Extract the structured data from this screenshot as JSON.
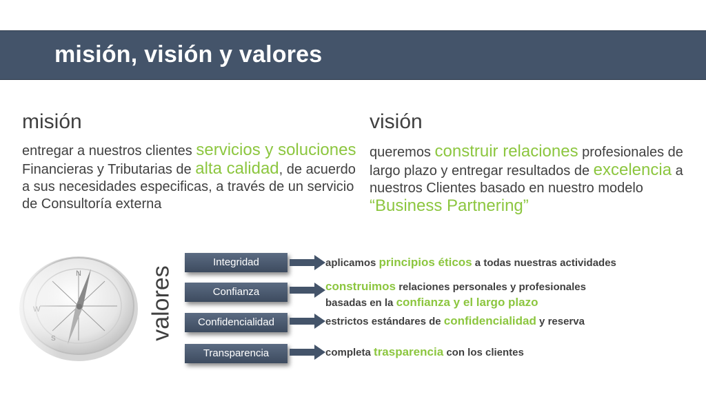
{
  "page": {
    "title": "misión, visión y valores"
  },
  "mision": {
    "heading": "misión",
    "p1": "entregar a nuestros clientes ",
    "h1": "servicios y soluciones",
    "p2": " Financieras y Tributarias de ",
    "h2": "alta calidad",
    "p3": ", de acuerdo a sus necesidades especificas, a través de un servicio de Consultoría externa"
  },
  "vision": {
    "heading": "visión",
    "p1": "queremos ",
    "h1": "construir relaciones",
    "p2": " profesionales de largo plazo y entregar resultados de ",
    "h2": "excelencia",
    "p3": " a nuestros Clientes basado en nuestro modelo ",
    "h3": "“Business Partnering”"
  },
  "valores": {
    "label": "valores",
    "items": [
      {
        "name": "Integridad",
        "d1": "aplicamos ",
        "g1": "principios éticos",
        "d2": " a todas nuestras actividades"
      },
      {
        "name": "Confianza",
        "g1": "construimos",
        "d1": " relaciones personales y profesionales",
        "d2": "basadas en la ",
        "g2": "confianza y el largo plazo"
      },
      {
        "name": "Confidencialidad",
        "d1": "estrictos estándares de ",
        "g1": "confidencialidad",
        "d2": " y reserva"
      },
      {
        "name": "Transparencia",
        "d1": "completa ",
        "g1": "trasparencia",
        "d2": " con los clientes"
      }
    ]
  },
  "colors": {
    "header_band": "#44546a",
    "highlight_green": "#8cc63f",
    "body_text": "#404040",
    "value_box": "#4a5a70"
  },
  "icons": {
    "compass": "compass-icon",
    "arrow": "arrow-right-icon"
  }
}
